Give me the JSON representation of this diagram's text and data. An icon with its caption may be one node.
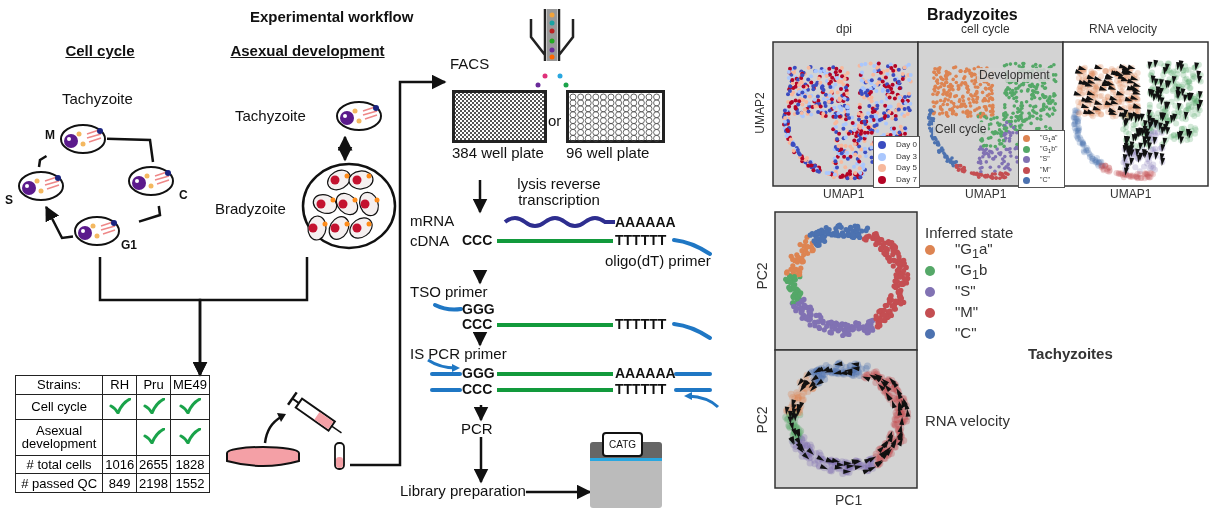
{
  "diagram": {
    "title": "Experimental workflow",
    "nodes": [
      {
        "text": [
          "Cell cycle"
        ]
      },
      {
        "text": [
          "M"
        ],
        "in": 0
      },
      {
        "text": [
          "C"
        ],
        "in": 0
      },
      {
        "text": [
          "G1"
        ],
        "in": 0
      },
      {
        "text": [
          "S"
        ],
        "in": 0
      },
      {
        "text": [
          "Asexual development"
        ]
      },
      {
        "text": [
          "Tachyzoite"
        ],
        "in": 5
      },
      {
        "text": [
          "Bradyzoite"
        ],
        "in": 5
      },
      {
        "text": [
          "Strains:",
          "RH",
          "Pru",
          "ME49",
          "Cell cycle",
          "Asexual development",
          "# total cells",
          "1016",
          "2655",
          "1828",
          "# passed QC",
          "849",
          "2198",
          "1552"
        ]
      },
      {
        "text": [],
        "shape": "picture"
      },
      {
        "text": [
          "FACS"
        ]
      },
      {
        "text": [
          "384 well plate"
        ]
      },
      {
        "text": [
          "96 well plate"
        ]
      },
      {
        "text": [
          "mRNA",
          "AAAAAA",
          "cDNA",
          "CCC",
          "TTTTTT",
          "oligo(dT) primer"
        ]
      },
      {
        "text": [
          "TSO primer",
          "GGG",
          "CCC",
          "TTTTTT"
        ]
      },
      {
        "text": [
          "IS PCR primer",
          "GGG",
          "AAAAAA",
          "CCC",
          "TTTTTT"
        ]
      },
      {
        "text": [
          "PCR"
        ]
      },
      {
        "text": [
          "Library preparation"
        ]
      },
      {
        "text": [
          "CATG"
        ]
      }
    ],
    "edges": [
      {
        "from": 0,
        "to": 8,
        "arrow": "to"
      },
      {
        "from": 5,
        "to": 8,
        "arrow": "to"
      },
      {
        "from": 3,
        "to": 4,
        "arrow": "to"
      },
      {
        "from": 4,
        "to": 1,
        "arrow": "none"
      },
      {
        "from": 1,
        "to": 2,
        "arrow": "none"
      },
      {
        "from": 2,
        "to": 3,
        "arrow": "none"
      },
      {
        "from": 6,
        "to": 7,
        "arrow": "both"
      },
      {
        "from": 9,
        "to": 10,
        "arrow": "to"
      },
      {
        "from": null,
        "to": 13,
        "arrow": "to",
        "label": "lysis reverse transcription"
      },
      {
        "from": 13,
        "to": 14,
        "arrow": "to"
      },
      {
        "from": 14,
        "to": 15,
        "arrow": "to"
      },
      {
        "from": 15,
        "to": 16,
        "arrow": "to"
      },
      {
        "from": 16,
        "to": 17,
        "arrow": "to"
      },
      {
        "from": 17,
        "to": 18,
        "arrow": "to"
      }
    ],
    "labels": [
      "Tachyzoite",
      "or",
      "Bradyzoites",
      "dpi",
      "cell cycle",
      "RNA velocity",
      "UMAP2",
      "Development",
      "Cell cycle",
      "UMAP1",
      "UMAP1",
      "UMAP1",
      "Inferred state",
      "PC2",
      "PC2",
      "RNA velocity",
      "Tachyzoites",
      "PC1"
    ],
    "legend": [
      {
        "text": "Day 0",
        "color": "#3b4cc0"
      },
      {
        "text": "Day 3",
        "color": "#aac7fd"
      },
      {
        "text": "Day 5",
        "color": "#f7b89c"
      },
      {
        "text": "Day 7",
        "color": "#b40426"
      },
      {
        "text": "\"G$_{1}$a\"",
        "color": "#dd8452"
      },
      {
        "text": "\"G$_{1}$b\"",
        "color": "#55a868"
      },
      {
        "text": "\"S\"",
        "color": "#8172b3"
      },
      {
        "text": "\"M\"",
        "color": "#c44e52"
      },
      {
        "text": "\"C\"",
        "color": "#4c72b0"
      },
      {
        "text": "\"G$_{1}$a\"",
        "color": "#dd8452"
      },
      {
        "text": "\"G$_{1}$b",
        "color": "#55a868"
      },
      {
        "text": "\"S\"",
        "color": "#8172b3"
      },
      {
        "text": "\"M\"",
        "color": "#c44e52"
      },
      {
        "text": "\"C\"",
        "color": "#4c72b0"
      }
    ]
  }
}
